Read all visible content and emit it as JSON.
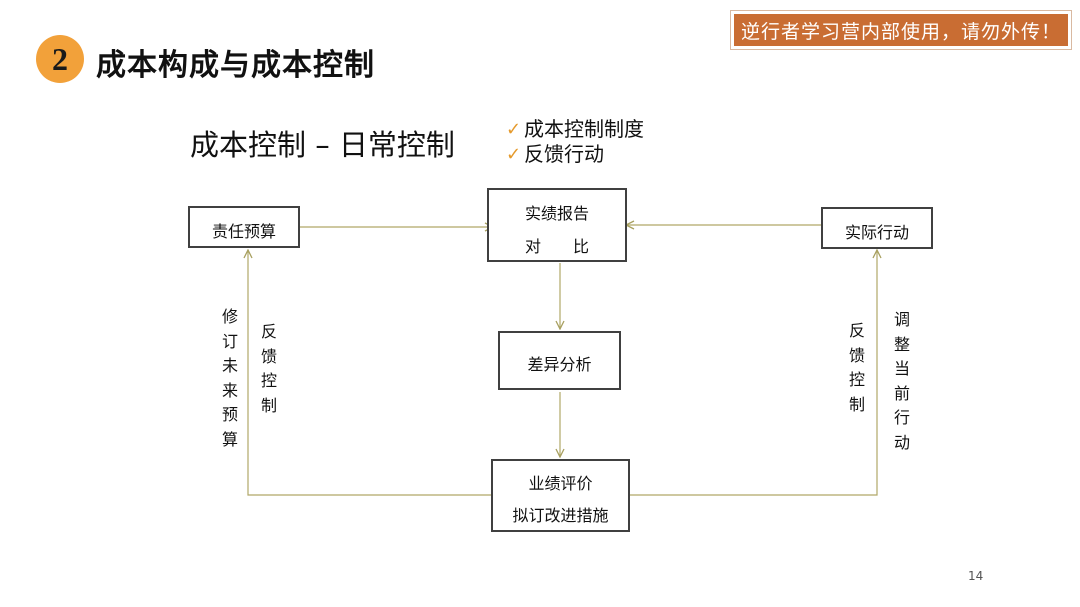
{
  "header": {
    "number": "2",
    "title": "成本构成与成本控制",
    "notice": "逆行者学习营内部使用，请勿外传！"
  },
  "subtitle": "成本控制 – 日常控制",
  "checklist": [
    "成本控制制度",
    "反馈行动"
  ],
  "diagram": {
    "responsibility_budget": "责任预算",
    "performance_report": {
      "line1": "实绩报告",
      "line2": "对　　比"
    },
    "actual_action": "实际行动",
    "variance_analysis": "差异分析",
    "performance_eval": {
      "line1": "业绩评价",
      "line2": "拟订改进措施"
    },
    "left_outer": [
      "修",
      "订",
      "未",
      "来",
      "预",
      "算"
    ],
    "left_inner": [
      "反",
      "馈",
      "控",
      "制"
    ],
    "right_inner": [
      "反",
      "馈",
      "控",
      "制"
    ],
    "right_outer": [
      "调",
      "整",
      "当",
      "前",
      "行",
      "动"
    ]
  },
  "colors": {
    "accent": "#f2a13a",
    "notice_bg": "#c96d33",
    "arrow": "#b0a868",
    "check": "#e59a2c"
  },
  "page_number": "14"
}
